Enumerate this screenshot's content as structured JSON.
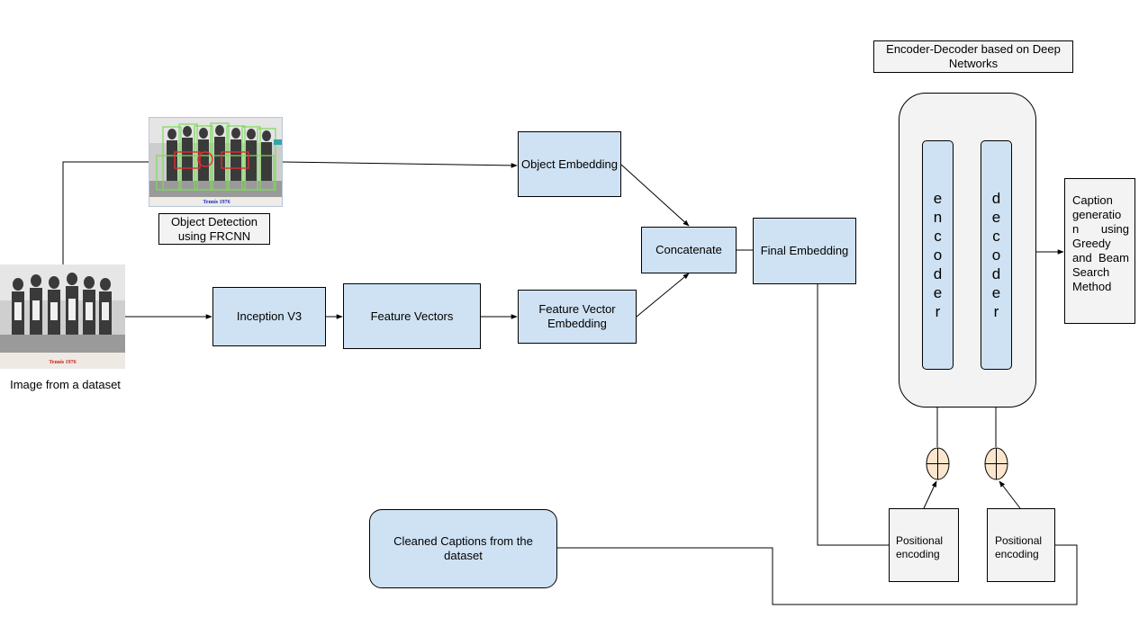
{
  "image_caption": "Image from a dataset",
  "object_detection_label": "Object Detection using FRCNN",
  "photo_caption": "Tennis 1976",
  "inception": "Inception V3",
  "feature_vectors": "Feature Vectors",
  "feature_vector_embedding": "Feature Vector Embedding",
  "object_embedding": "Object Embedding",
  "concatenate": "Concatenate",
  "final_embedding": "Final Embedding",
  "encoder_decoder_title": "Encoder-Decoder based on Deep Networks",
  "encoder_letters": [
    "e",
    "n",
    "c",
    "o",
    "d",
    "e",
    "r"
  ],
  "decoder_letters": [
    "d",
    "e",
    "c",
    "o",
    "d",
    "e",
    "r"
  ],
  "caption_generation": "Caption generatio n using Greedy and Beam Search Method",
  "positional_encoding_1": "Positional encoding",
  "positional_encoding_2": "Positional encoding",
  "cleaned_captions": "Cleaned Captions from the dataset",
  "colors": {
    "box_blue": "#cfe2f3",
    "box_grey": "#f3f3f3",
    "adder": "#fce5cd",
    "detect_box": "#7ed957",
    "detect_red": "#e03030"
  }
}
